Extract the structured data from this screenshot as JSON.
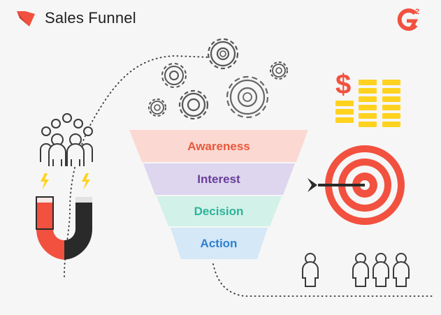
{
  "header": {
    "title": "Sales Funnel"
  },
  "funnel": {
    "stages": [
      {
        "label": "Awareness",
        "color": "#e9583b",
        "fill": "#fbd9d2"
      },
      {
        "label": "Interest",
        "color": "#6a3d9a",
        "fill": "#ddd6ee"
      },
      {
        "label": "Decision",
        "color": "#2fb39a",
        "fill": "#d2f1e8"
      },
      {
        "label": "Action",
        "color": "#2f7fd0",
        "fill": "#d4e8f7"
      }
    ]
  },
  "money": {
    "symbol": "$"
  },
  "logo": {
    "g2_superscript": "2"
  },
  "colors": {
    "accent_red": "#f2513f",
    "coin_yellow": "#ffd21f",
    "dark": "#2a2a2a",
    "gear": "#555555"
  },
  "icons": [
    "g2-icon",
    "gear-icon",
    "people-group-icon",
    "magnet-icon",
    "lightning-icon",
    "dollar-icon",
    "coin-stack-icon",
    "target-icon",
    "arrow-icon",
    "person-icon"
  ]
}
